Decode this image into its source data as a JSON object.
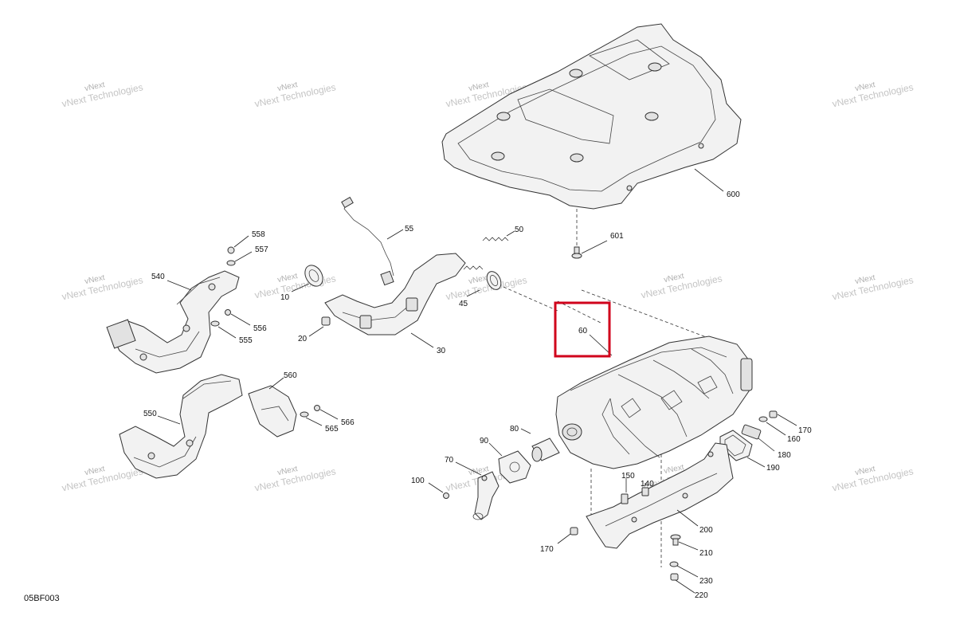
{
  "diagram": {
    "reference_code": "05BF003",
    "highlight_color": "#d0021b",
    "highlighted_callout": "60",
    "watermark_line1": "vNext",
    "watermark_line2": "Technologies",
    "watermark_full": "vNext Technologies",
    "callouts": {
      "c600": "600",
      "c601": "601",
      "c558": "558",
      "c557": "557",
      "c540": "540",
      "c556": "556",
      "c555": "555",
      "c560": "560",
      "c566": "566",
      "c565": "565",
      "c550": "550",
      "c55": "55",
      "c50": "50",
      "c10": "10",
      "c45": "45",
      "c20": "20",
      "c30": "30",
      "c60": "60",
      "c170a": "170",
      "c160": "160",
      "c180": "180",
      "c190": "190",
      "c80": "80",
      "c90": "90",
      "c70": "70",
      "c100": "100",
      "c150": "150",
      "c140": "140",
      "c200": "200",
      "c170b": "170",
      "c210": "210",
      "c230": "230",
      "c220": "220"
    }
  }
}
